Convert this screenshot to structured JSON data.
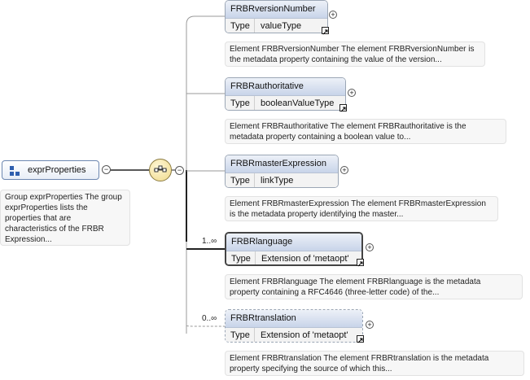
{
  "group": {
    "name": "exprProperties",
    "description_lines": [
      "Group exprProperties The group",
      "exprProperties lists the",
      "properties that are",
      "characteristics of the FRBR",
      "Expression..."
    ]
  },
  "elements": [
    {
      "name": "FRBRversionNumber",
      "type_key": "Type",
      "type_value": "valueType",
      "cardinality": "",
      "description_lines": [
        "Element FRBRversionNumber The element FRBRversionNumber is",
        "the metadata property containing the value of the version..."
      ]
    },
    {
      "name": "FRBRauthoritative",
      "type_key": "Type",
      "type_value": "booleanValueType",
      "cardinality": "",
      "description_lines": [
        "Element FRBRauthoritative The element FRBRauthoritative is the",
        "metadata property containing a boolean value to..."
      ]
    },
    {
      "name": "FRBRmasterExpression",
      "type_key": "Type",
      "type_value": "linkType",
      "cardinality": "",
      "description_lines": [
        "Element FRBRmasterExpression The element FRBRmasterExpression",
        "is the metadata property identifying the master..."
      ]
    },
    {
      "name": "FRBRlanguage",
      "type_key": "Type",
      "type_value": "Extension of 'metaopt'",
      "cardinality": "1..∞",
      "description_lines": [
        "Element FRBRlanguage The element FRBRlanguage is the metadata",
        "property containing a RFC4646 (three-letter code) of the..."
      ]
    },
    {
      "name": "FRBRtranslation",
      "type_key": "Type",
      "type_value": "Extension of 'metaopt'",
      "cardinality": "0..∞",
      "description_lines": [
        "Element FRBRtranslation The element FRBRtranslation is the metadata",
        "property specifying the source of which this..."
      ]
    }
  ],
  "symbols": {
    "collapse": "−",
    "expand": "+"
  }
}
